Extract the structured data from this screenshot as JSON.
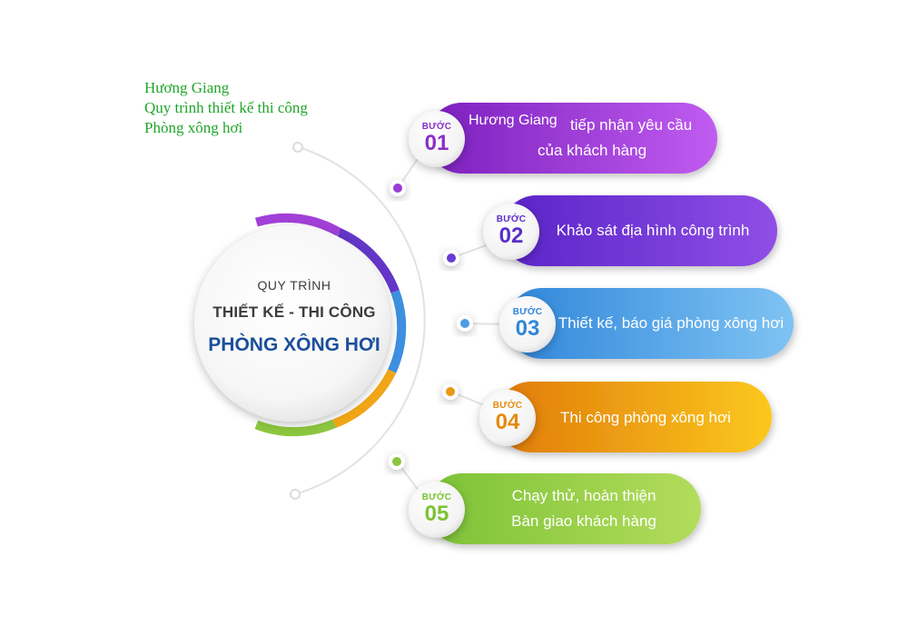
{
  "caption": {
    "line1": "Hương Giang",
    "line2": "Quy trình thiết kế thi công",
    "line3": "Phòng xông hơi"
  },
  "center": {
    "line1": "QUY TRÌNH",
    "line2": "THIẾT KẾ - THI CÔNG",
    "line3": "PHÒNG XÔNG HƠI"
  },
  "overlay_name": "Hương Giang",
  "steps": [
    {
      "word": "BƯỚC",
      "num": "01",
      "lines": [
        "tiếp nhận yêu cầu",
        "của khách hàng"
      ],
      "color": "#9b3ad6"
    },
    {
      "word": "BƯỚC",
      "num": "02",
      "lines": [
        "Khảo sát địa hình công trình"
      ],
      "color": "#6a3bd3"
    },
    {
      "word": "BƯỚC",
      "num": "03",
      "lines": [
        "Thiết kế, báo giá phòng xông hơi"
      ],
      "color": "#4a9ee4"
    },
    {
      "word": "BƯỚC",
      "num": "04",
      "lines": [
        "Thi công phòng xông hơi"
      ],
      "color": "#e89a10"
    },
    {
      "word": "BƯỚC",
      "num": "05",
      "lines": [
        "Chạy thử, hoàn thiện",
        "Bàn giao khách hàng"
      ],
      "color": "#8cc63e"
    }
  ]
}
